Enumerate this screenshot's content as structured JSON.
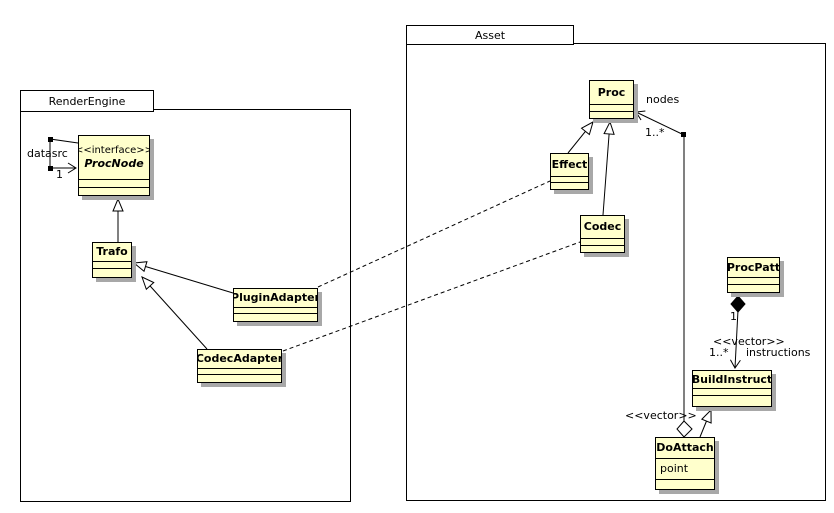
{
  "packages": {
    "render_engine": "RenderEngine",
    "asset": "Asset"
  },
  "classes": {
    "procnode": {
      "stereotype": "<<interface>>",
      "name": "ProcNode"
    },
    "trafo": {
      "name": "Trafo"
    },
    "plugin_adapter": {
      "name": "PluginAdapter"
    },
    "codec_adapter": {
      "name": "CodecAdapter"
    },
    "proc": {
      "name": "Proc"
    },
    "effect": {
      "name": "Effect"
    },
    "codec": {
      "name": "Codec"
    },
    "procpatt": {
      "name": "ProcPatt"
    },
    "build_instruct": {
      "name": "BuildInstruct"
    },
    "do_attach": {
      "name": "DoAttach",
      "attribute": "point"
    }
  },
  "edge_labels": {
    "datasrc": "datasrc",
    "datasrc_mult": "1",
    "nodes": "nodes",
    "nodes_mult": "1..*",
    "procpatt_mult": "1",
    "instructions_stereotype": "<<vector>>",
    "instructions_mult": "1..*",
    "instructions_name": "instructions",
    "doattach_stereotype": "<<vector>>"
  },
  "colors": {
    "class_fill": "#ffffcc",
    "shadow": "#a8a8a8",
    "line": "#000000",
    "background": "#ffffff"
  }
}
